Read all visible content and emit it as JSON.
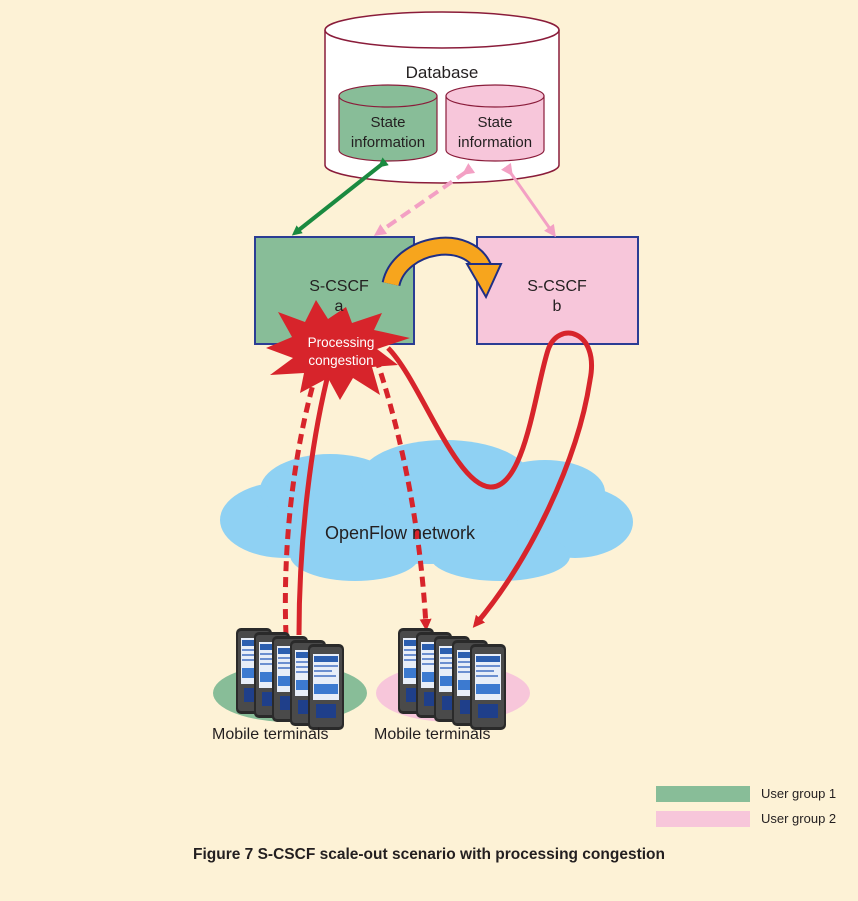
{
  "database": {
    "title": "Database",
    "store_1": "State\ninformation",
    "store_2": "State\ninformation"
  },
  "server_a": {
    "line1": "S-CSCF",
    "line2": "a"
  },
  "server_b": {
    "line1": "S-CSCF",
    "line2": "b"
  },
  "congestion": "Processing\ncongestion",
  "network_label": "OpenFlow network",
  "terminals_1": "Mobile terminals",
  "terminals_2": "Mobile terminals",
  "legend": [
    {
      "label": "User group 1",
      "color": "#88bd98"
    },
    {
      "label": "User group 2",
      "color": "#f7c6da"
    }
  ],
  "caption": "Figure 7  S-CSCF scale-out scenario with processing congestion",
  "colors": {
    "background": "#fdf2d6",
    "group1": "#88bd98",
    "group2": "#f7c6da",
    "arrow_green": "#1a8a40",
    "arrow_pink": "#f3a0c4",
    "arrow_red": "#d7242b",
    "cloud": "#8fd1f3",
    "box_border": "#2b3d94",
    "transfer_arrow": "#f7a51d"
  }
}
